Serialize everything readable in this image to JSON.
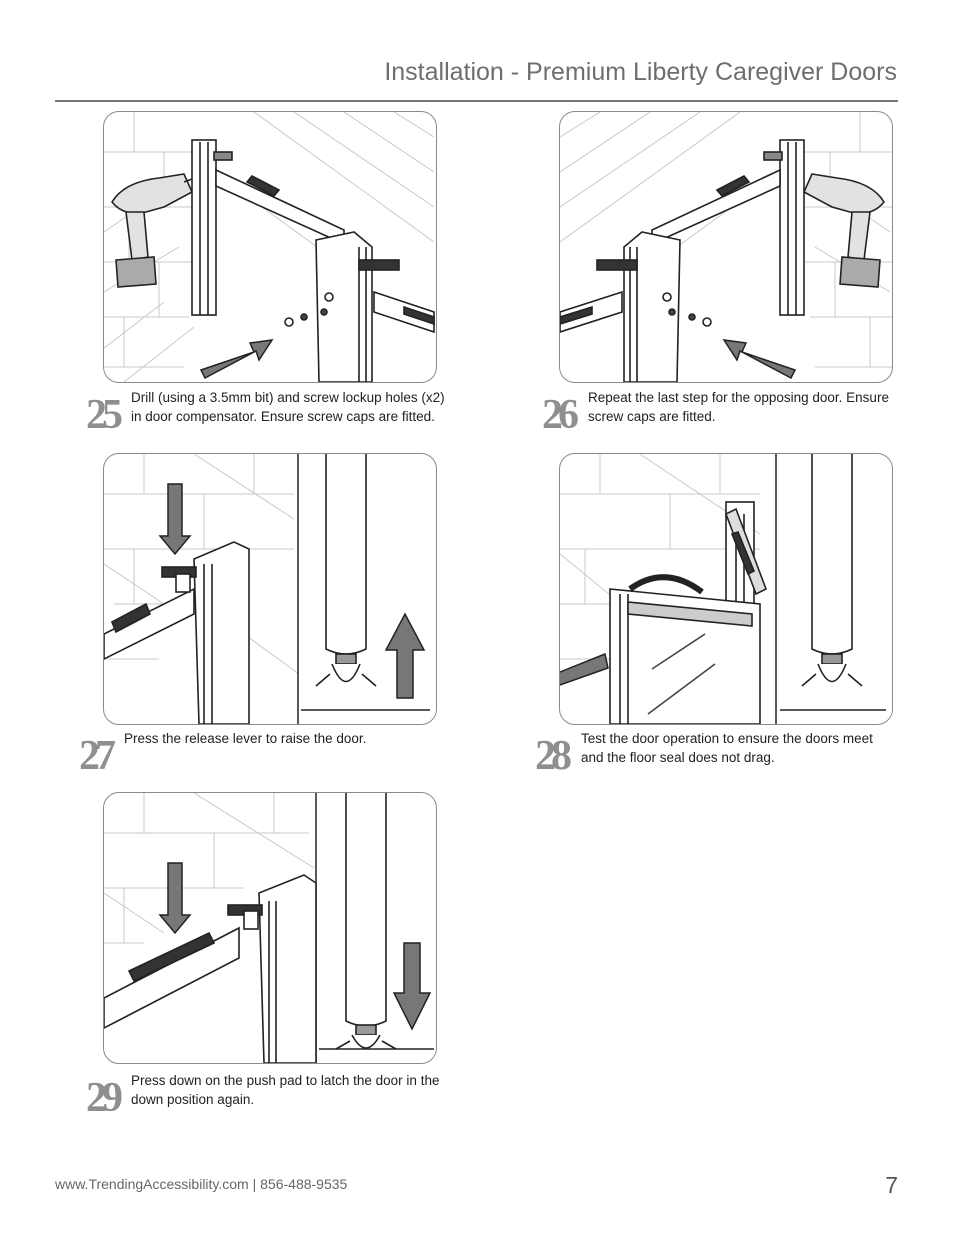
{
  "header": {
    "title": "Installation - Premium Liberty Caregiver Doors"
  },
  "steps": [
    {
      "number": "25",
      "text": "Drill (using a 3.5mm bit) and screw lockup holes (x2) in door compensator. Ensure screw caps are fitted."
    },
    {
      "number": "26",
      "text": "Repeat the last step for the opposing door. Ensure screw caps are fitted."
    },
    {
      "number": "27",
      "text": "Press the release lever to raise the door."
    },
    {
      "number": "28",
      "text": "Test the door operation to ensure the doors meet and the floor seal does not drag."
    },
    {
      "number": "29",
      "text": "Press down on the push pad to latch the door in the down position again."
    }
  ],
  "footer": {
    "website_phone": "www.TrendingAccessibility.com | 856-488-9535",
    "page_number": "7"
  }
}
